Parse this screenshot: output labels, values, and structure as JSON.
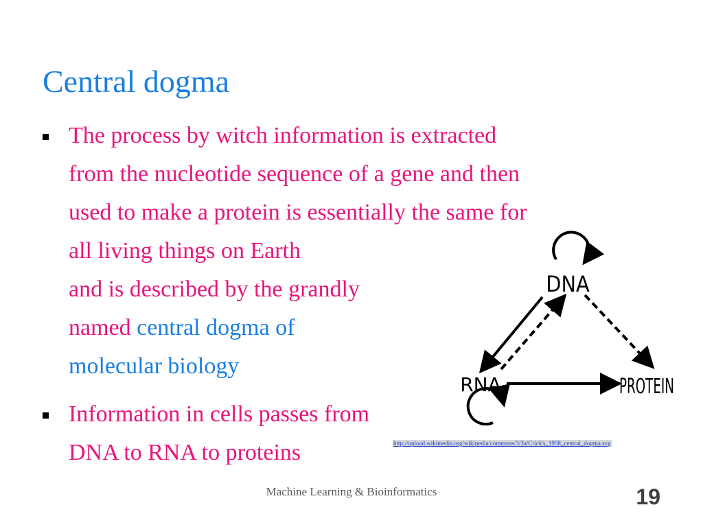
{
  "slide": {
    "title": "Central dogma",
    "bullets": [
      {
        "lines": [
          {
            "pink": "The process by witch information is extracted"
          },
          {
            "pink": "from the nucleotide sequence of a gene and then"
          },
          {
            "pink": "used to make a protein is essentially the same for"
          },
          {
            "pink": "all living things on Earth"
          },
          {
            "pink": "and is described by the grandly"
          },
          {
            "pink": "named ",
            "blue": "central dogma of"
          },
          {
            "blue": "molecular biology"
          }
        ]
      },
      {
        "lines": [
          {
            "pink": "Information in cells passes from"
          },
          {
            "pink": "DNA to RNA to proteins"
          }
        ]
      }
    ],
    "diagram": {
      "nodes": {
        "dna": "DNA",
        "rna": "RNA",
        "protein": "PROTEIN"
      }
    },
    "image_credit": "http://upload.wikimedia.org/wikipedia/commons/3/3a/Crick's_1958_central_dogma.svg",
    "footer": "Machine Learning & Bioinformatics",
    "page_number": "19",
    "colors": {
      "title": "#1a7fe0",
      "body": "#e8157d",
      "highlight": "#1a7fe0"
    }
  }
}
